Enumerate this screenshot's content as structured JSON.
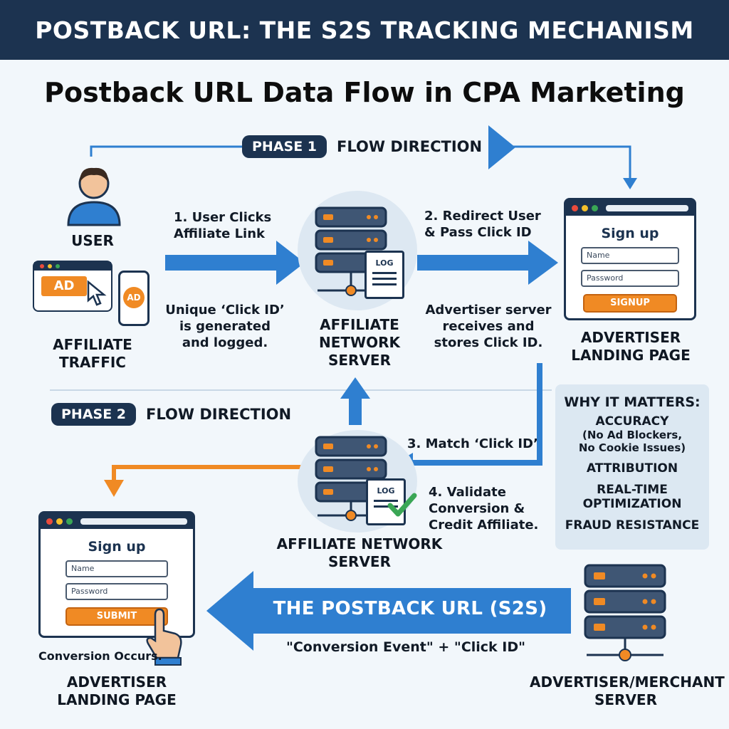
{
  "header": {
    "title": "POSTBACK URL: THE S2S TRACKING MECHANISM"
  },
  "diagram": {
    "subtitle": "Postback URL Data Flow in CPA Marketing",
    "phase1": {
      "badge": "PHASE 1",
      "label": "FLOW DIRECTION"
    },
    "phase2": {
      "badge": "PHASE 2",
      "label": "FLOW DIRECTION"
    },
    "user_label": "USER",
    "affiliate_traffic": {
      "line1": "AFFILIATE",
      "line2": "TRAFFIC",
      "ad_badge": "AD",
      "ad_phone": "AD"
    },
    "step1": {
      "line1": "1. User Clicks",
      "line2": "Affiliate Link"
    },
    "step1_note": {
      "line1": "Unique ‘Click ID’",
      "line2": "is generated",
      "line3": "and logged."
    },
    "network_server_top": {
      "line1": "AFFILIATE",
      "line2": "NETWORK",
      "line3": "SERVER",
      "log": "LOG"
    },
    "step2": {
      "line1": "2. Redirect User",
      "line2": "& Pass Click ID"
    },
    "step2_note": {
      "line1": "Advertiser server",
      "line2": "receives and",
      "line3": "stores Click ID."
    },
    "landing_top": {
      "signup_title": "Sign up",
      "name_placeholder": "Name",
      "password_placeholder": "Password",
      "button": "SIGNUP",
      "line1": "ADVERTISER",
      "line2": "LANDING PAGE"
    },
    "why_it_matters": {
      "title": "WHY IT MATTERS:",
      "items": [
        "ACCURACY",
        "(No Ad Blockers,",
        "No Cookie Issues)",
        "ATTRIBUTION",
        "REAL-TIME",
        "OPTIMIZATION",
        "FRAUD RESISTANCE"
      ]
    },
    "step3": "3. Match ‘Click ID’",
    "step4": {
      "line1": "4. Validate",
      "line2": "Conversion &",
      "line3": "Credit Affiliate."
    },
    "network_server_bottom": {
      "line1": "AFFILIATE NETWORK",
      "line2": "SERVER",
      "log": "LOG"
    },
    "landing_bottom": {
      "signup_title": "Sign up",
      "name_placeholder": "Name",
      "password_placeholder": "Password",
      "button": "SUBMIT",
      "conversion": "Conversion Occurs.",
      "line1": "ADVERTISER",
      "line2": "LANDING PAGE"
    },
    "postback": {
      "label": "THE POSTBACK URL (S2S)",
      "payload": "\"Conversion Event\" + \"Click ID\""
    },
    "merchant": {
      "line1": "ADVERTISER/MERCHANT",
      "line2": "SERVER"
    }
  },
  "colors": {
    "navy": "#1c3350",
    "blue": "#2f7fd0",
    "orange": "#f08a24",
    "green": "#3aa655",
    "background": "#f2f7fb"
  }
}
